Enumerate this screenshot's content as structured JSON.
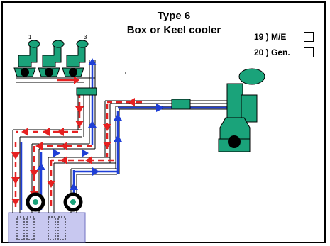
{
  "title_line1": "Type 6",
  "title_line2": "Box or Keel cooler",
  "pump_labels": [
    "1",
    "3"
  ],
  "options": [
    {
      "label": "19 ) M/E"
    },
    {
      "label": "20 ) Gen."
    }
  ],
  "colors": {
    "equipment": "#1aa37a",
    "hot_flow": "#e62020",
    "cold_flow": "#1f3fd6",
    "cooler_box": "#c8c8f0",
    "pipe": "#000000"
  },
  "icons": [
    "pump-icon",
    "engine-icon",
    "sea-chest-icon",
    "strainer-icon",
    "valve-icon"
  ]
}
